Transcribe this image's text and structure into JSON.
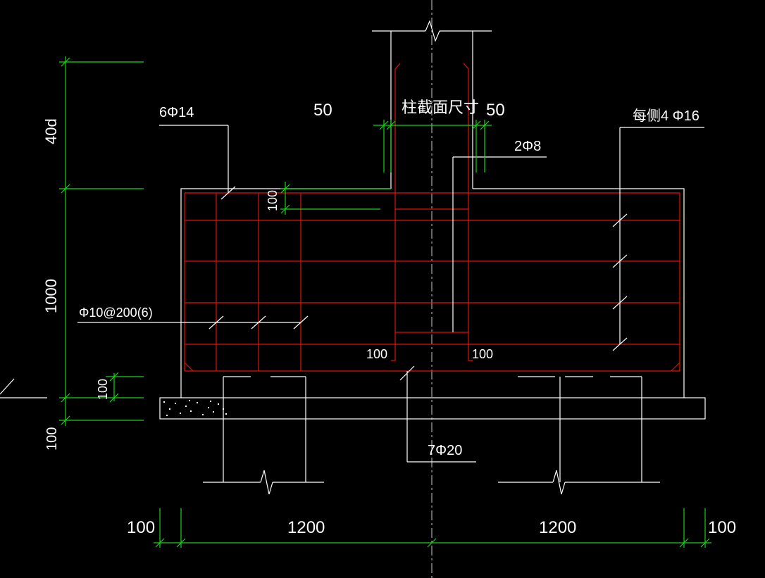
{
  "colors": {
    "background": "#000000",
    "outline": "#ffffff",
    "rebar": "#e01010",
    "dimension": "#19d419"
  },
  "labels": {
    "top_bars": "6Φ14",
    "side_bars": "每侧4 Φ16",
    "stirrups": "Φ10@200(6)",
    "column_bars": "2Φ8",
    "bottom_bars": "7Φ20",
    "column_size": "柱截面尺寸"
  },
  "dims": {
    "anchor_len": "40d",
    "beam_depth": "1000",
    "cover_top": "100",
    "cover_bottom": "100",
    "cushion": "100",
    "gap_left": "50",
    "gap_right": "50",
    "inner_left": "100",
    "inner_right": "100",
    "edge_left": "100",
    "span_left": "1200",
    "span_right": "1200",
    "edge_right": "100"
  }
}
